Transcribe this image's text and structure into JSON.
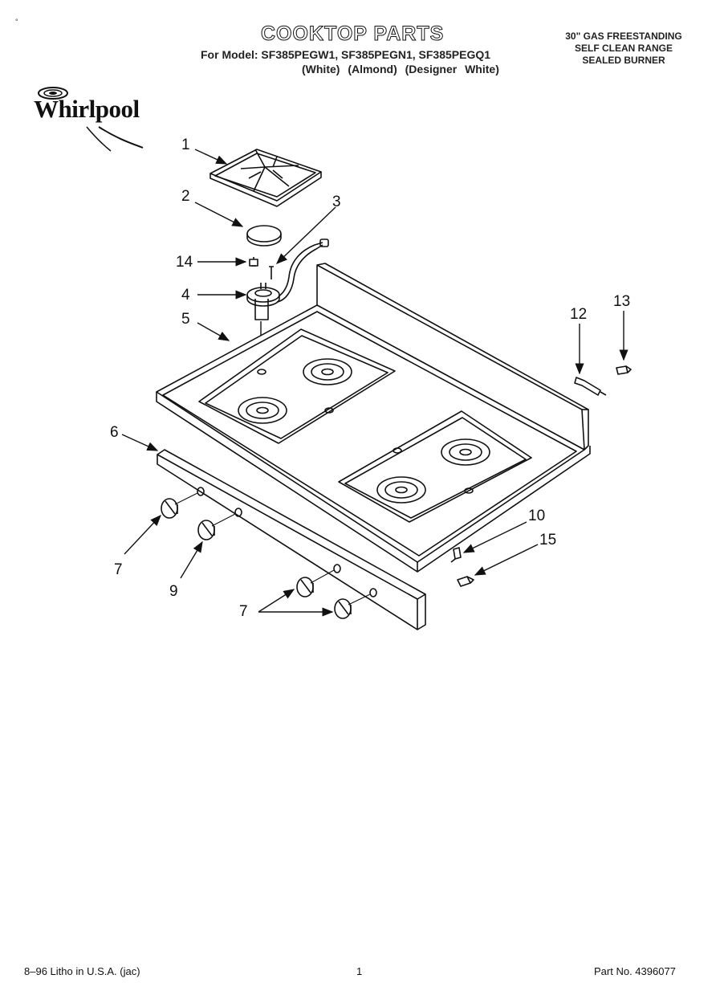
{
  "header": {
    "title": "COOKTOP PARTS",
    "models_line": "For Model: SF385PEGW1, SF385PEGN1, SF385PEGQ1",
    "variants_line": "(White) (Almond) (Designer White)",
    "spec_lines": [
      "30\" GAS FREESTANDING",
      "SELF CLEAN RANGE",
      "SEALED BURNER"
    ],
    "stray_mark": "°"
  },
  "brand": {
    "logo_text": "Whirlpool"
  },
  "callouts": {
    "c1": "1",
    "c2": "2",
    "c3": "3",
    "c14": "14",
    "c4": "4",
    "c5": "5",
    "c6": "6",
    "c7a": "7",
    "c9": "9",
    "c7b": "7",
    "c12": "12",
    "c13": "13",
    "c10": "10",
    "c15": "15"
  },
  "footer": {
    "left": "8–96 Litho in U.S.A. (jac)",
    "page": "1",
    "part_number": "Part No. 4396077"
  }
}
